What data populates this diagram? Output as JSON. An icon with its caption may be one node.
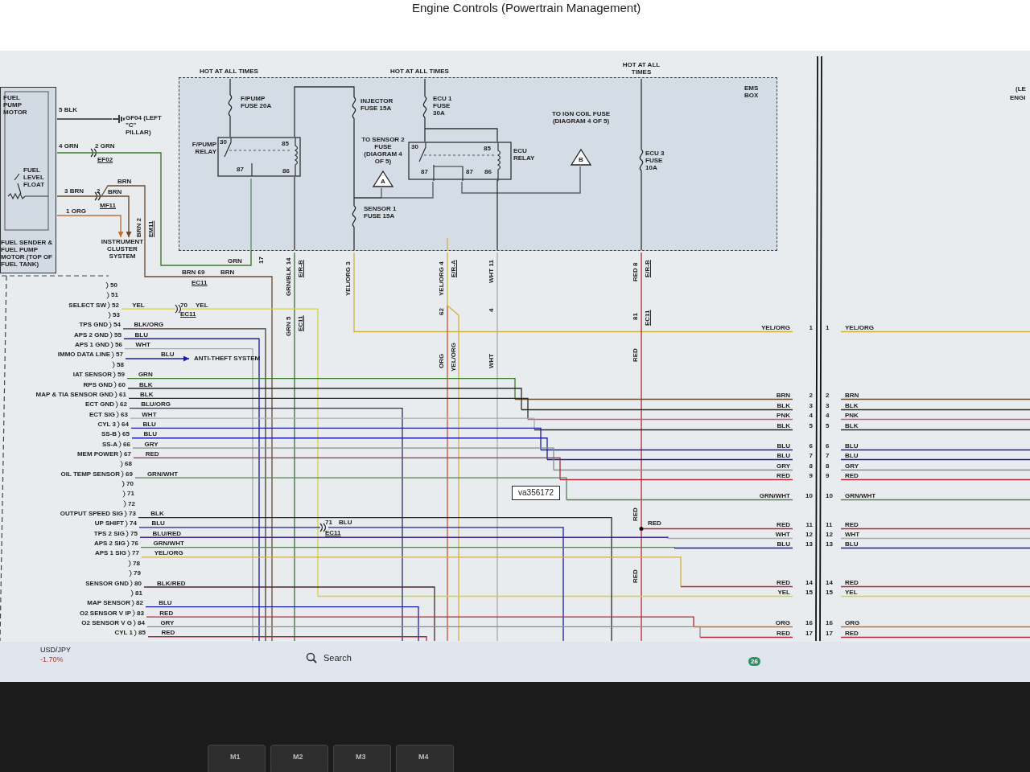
{
  "diagram": {
    "title": "Engine Controls (Powertrain Management)",
    "nodes": [
      {
        "text": [
          "FUEL PUMP MOTOR",
          "FUEL LEVEL FLOAT",
          "FUEL SENDER & FUEL PUMP MOTOR (TOP OF FUEL TANK)"
        ]
      },
      {
        "text": [
          "EMS BOX"
        ]
      },
      {
        "text": [
          "F/PUMP RELAY"
        ],
        "in": 1
      },
      {
        "text": [
          "ECU RELAY"
        ],
        "in": 1
      },
      {
        "text": [
          "A"
        ],
        "in": 1,
        "beside": [
          "TO SENSOR 2 FUSE (DIAGRAM 4 OF 5)"
        ]
      },
      {
        "text": [
          "B"
        ],
        "in": 1,
        "beside": [
          "TO IGN COIL FUSE (DIAGRAM 4 OF 5)"
        ]
      },
      {
        "text": [
          "GF04 (LEFT \"C\" PILLAR)"
        ]
      },
      {
        "text": [
          "INSTRUMENT CLUSTER SYSTEM"
        ]
      },
      {
        "text": [
          "ANTI-THEFT SYSTEM"
        ]
      },
      {
        "text": [
          "va356172"
        ]
      }
    ],
    "edges": [
      {
        "from": 0,
        "to": 6,
        "arrow": "none"
      },
      {
        "from": 0,
        "to": 7,
        "arrow": "to",
        "color": "#c0703a"
      },
      {
        "from": 0,
        "to": 7,
        "arrow": "to",
        "color": "#6b4a2a"
      },
      {
        "from": 0,
        "to": 2,
        "arrow": "none",
        "color": "#3d7a2e"
      },
      {
        "from": 3,
        "to": 5,
        "arrow": "none"
      },
      {
        "from": 3,
        "to": 4,
        "arrow": "none"
      },
      {
        "from": null,
        "to": 8,
        "arrow": "to",
        "color": "#1c1caa",
        "label": "BLU"
      }
    ],
    "labels": [
      "HOT AT ALL TIMES",
      "F/PUMP FUSE 20A",
      "HOT AT ALL TIMES",
      "INJECTOR FUSE 15A",
      "ECU 1 FUSE 30A",
      "HOT AT ALL TIMES",
      "ECU 3 FUSE 10A",
      "(LE",
      "ENGI",
      "SENSOR 1 FUSE 15A",
      "30",
      "85",
      "87",
      "86",
      "30",
      "85",
      "87",
      "87",
      "86",
      "5 BLK",
      "4 GRN",
      "2 GRN",
      "EF02",
      "BRN",
      "3 BRN",
      "2",
      "BRN",
      "MF11",
      "1 ORG",
      "BRN 2",
      "EM11",
      "GRN",
      "17",
      "BRN 69",
      "BRN",
      "EC11",
      "GRN/BLK 14",
      "E/R-B",
      "GRN 5",
      "EC11",
      "YEL/ORG 3",
      "YEL/ORG 4",
      "E/R-A",
      "62",
      "WHT 11",
      "4",
      "RED 8",
      "E/R-B",
      "81",
      "EC11",
      "RED",
      "ORG",
      "YEL/ORG",
      "WHT",
      "50",
      "51",
      "SELECT SW",
      "52",
      "YEL",
      "53",
      "TPS GND",
      "54",
      "BLK/ORG",
      "APS 2 GND",
      "55",
      "BLU",
      "APS 1 GND",
      "56",
      "WHT",
      "IMMO DATA LINE",
      "57",
      "58",
      "IAT SENSOR",
      "59",
      "GRN",
      "RPS GND",
      "60",
      "BLK",
      "MAP & TIA SENSOR GND",
      "61",
      "BLK",
      "ECT GND",
      "62",
      "BLU/ORG",
      "ECT SIG",
      "63",
      "WHT",
      "CYL 3",
      "64",
      "BLU",
      "SS-B",
      "65",
      "BLU",
      "SS-A",
      "66",
      "GRY",
      "MEM POWER",
      "67",
      "RED",
      "68",
      "OIL TEMP SENSOR",
      "69",
      "GRN/WHT",
      "70",
      "71",
      "72",
      "OUTPUT SPEED SIG",
      "73",
      "BLK",
      "UP SHIFT",
      "74",
      "BLU",
      "TPS 2 SIG",
      "75",
      "BLU/RED",
      "APS 2 SIG",
      "76",
      "GRN/WHT",
      "APS 1 SIG",
      "77",
      "YEL/ORG",
      "78",
      "79",
      "SENSOR GND",
      "80",
      "BLK/RED",
      "81",
      "MAP SENSOR",
      "82",
      "BLU",
      "O2 SENSOR V IP",
      "83",
      "RED",
      "O2 SENSOR V G",
      "84",
      "GRY",
      "CYL 1",
      "85",
      "RED",
      "70",
      "YEL",
      "EC11",
      "71",
      "BLU",
      "EC11",
      "RED",
      "RED",
      "RED",
      "YEL/ORG",
      "1",
      "1",
      "YEL/ORG",
      "BRN",
      "2",
      "2",
      "BRN",
      "BLK",
      "3",
      "3",
      "BLK",
      "PNK",
      "4",
      "4",
      "PNK",
      "BLK",
      "5",
      "5",
      "BLK",
      "BLU",
      "6",
      "6",
      "BLU",
      "BLU",
      "7",
      "7",
      "BLU",
      "GRY",
      "8",
      "8",
      "GRY",
      "RED",
      "9",
      "9",
      "RED",
      "GRN/WHT",
      "10",
      "10",
      "GRN/WHT",
      "RED",
      "11",
      "11",
      "RED",
      "WHT",
      "12",
      "12",
      "WHT",
      "BLU",
      "13",
      "13",
      "BLU",
      "RED",
      "14",
      "14",
      "RED",
      "YEL",
      "15",
      "15",
      "YEL",
      "ORG",
      "16",
      "16",
      "ORG",
      "RED",
      "17",
      "17",
      "RED",
      "USD/JPY",
      "-1.70%",
      "Search",
      "26",
      "M1",
      "M2",
      "M3",
      "M4"
    ]
  }
}
